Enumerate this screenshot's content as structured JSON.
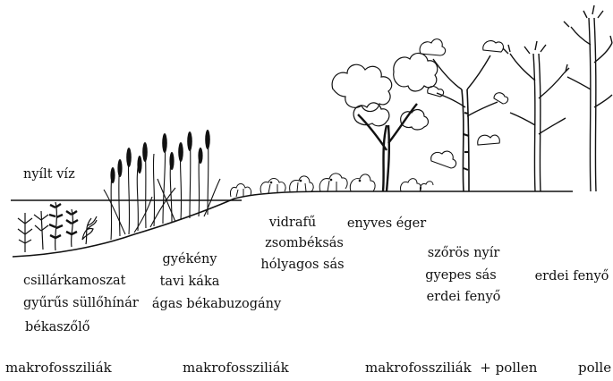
{
  "zones": {
    "open_water": "nyílt víz",
    "submerged": [
      "csillárkamoszat",
      "gyűrűs süllőhínár",
      "békaszőlő"
    ],
    "reed": [
      "gyékény",
      "tavi káka",
      "ágas békabuzogány"
    ],
    "sedge": [
      "vidrafű",
      "zsombéksás",
      "hólyagos sás"
    ],
    "alder": "enyves éger",
    "birch": [
      "szőrös nyír",
      "gyepes sás",
      "erdei fenyő"
    ],
    "pine": "erdei fenyő"
  },
  "evidence": {
    "water": "makrofossziliák",
    "reed": "makrofossziliák",
    "forest": "makrofossziliák  + pollen",
    "pine": "polle"
  }
}
